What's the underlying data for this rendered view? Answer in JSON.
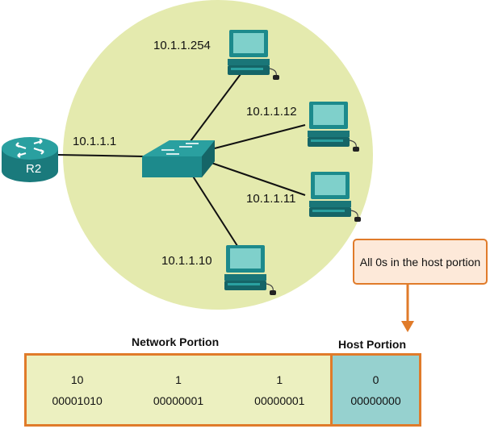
{
  "router": {
    "label": "R2",
    "ip": "10.1.1.1"
  },
  "hosts": [
    {
      "ip": "10.1.1.254"
    },
    {
      "ip": "10.1.1.12"
    },
    {
      "ip": "10.1.1.11"
    },
    {
      "ip": "10.1.1.10"
    }
  ],
  "callout": {
    "text": "All 0s in the host portion"
  },
  "table": {
    "network_header": "Network Portion",
    "host_header": "Host Portion",
    "network_octets": [
      {
        "decimal": "10",
        "binary": "00001010"
      },
      {
        "decimal": "1",
        "binary": "00000001"
      },
      {
        "decimal": "1",
        "binary": "00000001"
      }
    ],
    "host_octets": [
      {
        "decimal": "0",
        "binary": "00000000"
      }
    ]
  },
  "colors": {
    "network_circle": "#e4eaae",
    "device_teal": "#1d8a8c",
    "callout_border": "#e07b2a",
    "callout_fill": "#fde9d9",
    "host_fill": "#96d1cf",
    "network_fill": "#ecf0c0"
  }
}
